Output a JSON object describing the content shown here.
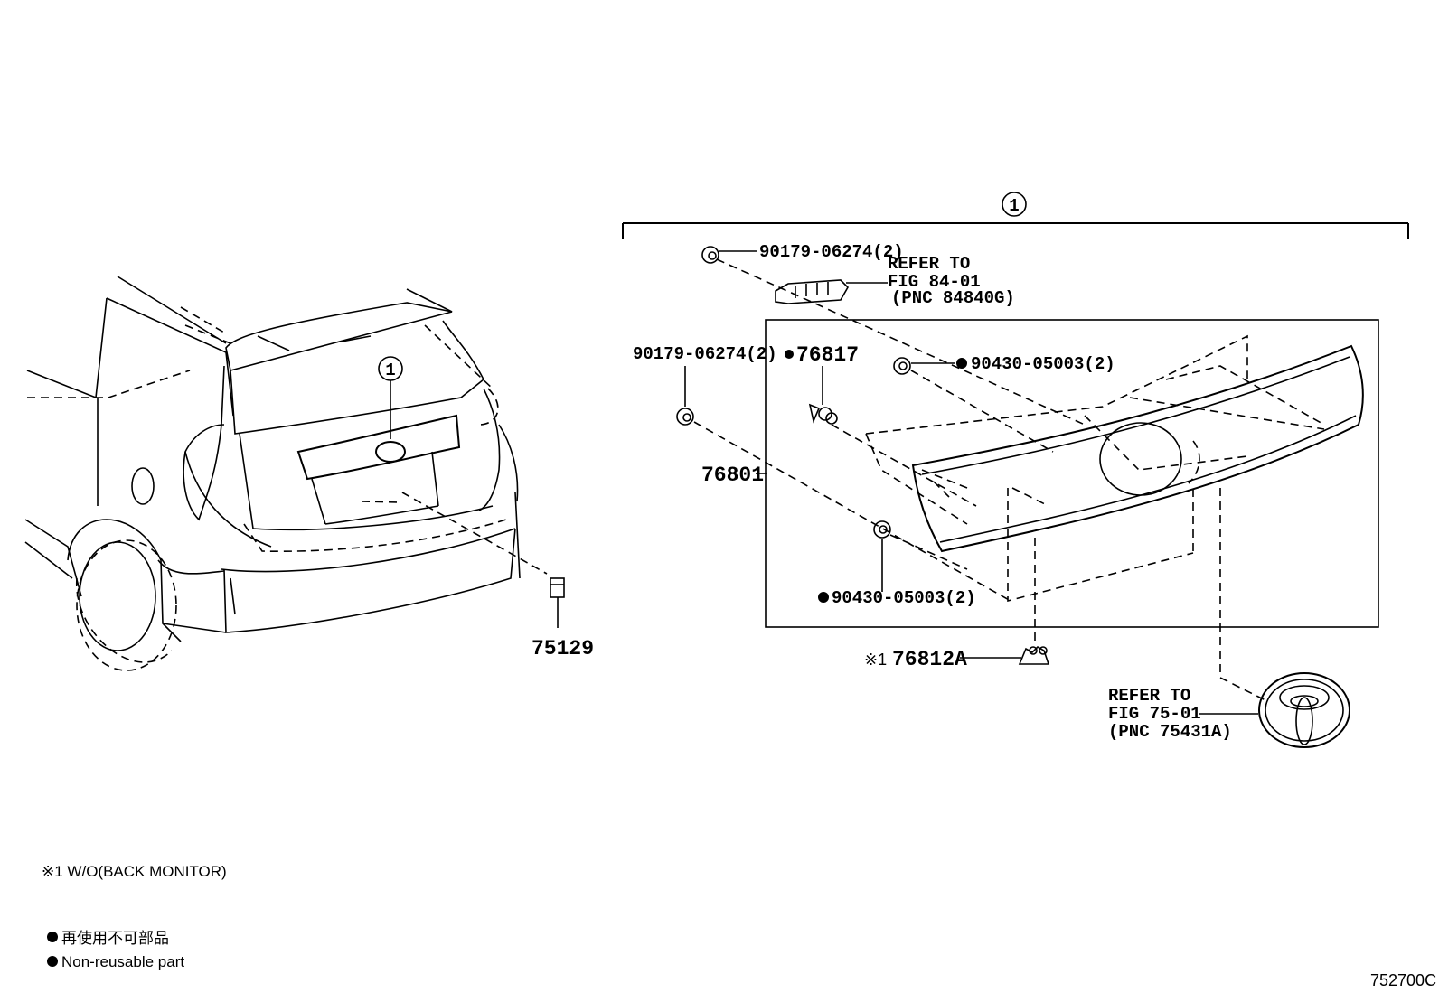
{
  "figure_code": "752700C",
  "callouts": {
    "assembly_number": "1",
    "car_view_number": "1"
  },
  "parts": {
    "clip_top": "90179-06274(2)",
    "refer_lamp": [
      "REFER TO",
      "FIG 84-01",
      "(PNC 84840G)"
    ],
    "clip_left": "90179-06274(2)",
    "rivet": "76817",
    "nut_right": "90430-05003(2)",
    "garnish": "76801",
    "nut_bottom": "90430-05003(2)",
    "cover": "76812A",
    "cover_prefix": "※1",
    "refer_emblem": [
      "REFER TO",
      "FIG 75-01",
      "(PNC 75431A)"
    ],
    "plate_light": "75129"
  },
  "notes": {
    "condition": "※1 W/O(BACK MONITOR)",
    "legend_jp": "再使用不可部品",
    "legend_en": "Non-reusable part"
  }
}
